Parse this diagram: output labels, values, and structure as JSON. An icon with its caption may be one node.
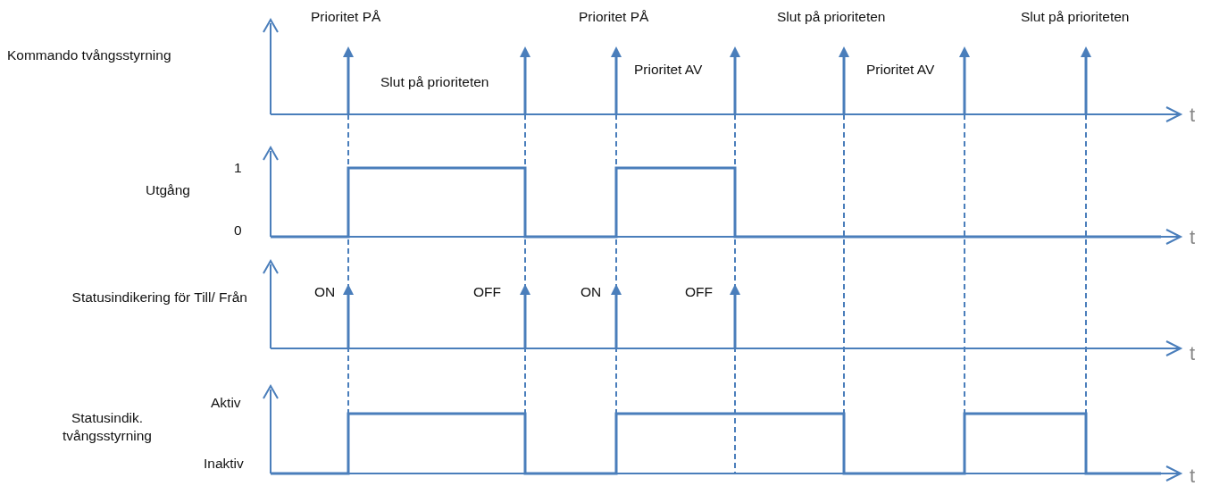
{
  "diagram": {
    "labels": [
      "Prioritet PÅ",
      "Prioritet PÅ",
      "Slut på prioriteten",
      "Slut på prioriteten",
      "Kommando tvångsstyrning",
      "Prioritet AV",
      "Prioritet AV",
      "Slut på prioriteten",
      "t",
      "1",
      "Utgång",
      "0",
      "t",
      "ON",
      "OFF",
      "ON",
      "OFF",
      "Statusindikering för Till/ Från",
      "t",
      "Aktiv",
      "Statusindik. tvångsstyrning",
      "Inaktiv",
      "t"
    ]
  }
}
